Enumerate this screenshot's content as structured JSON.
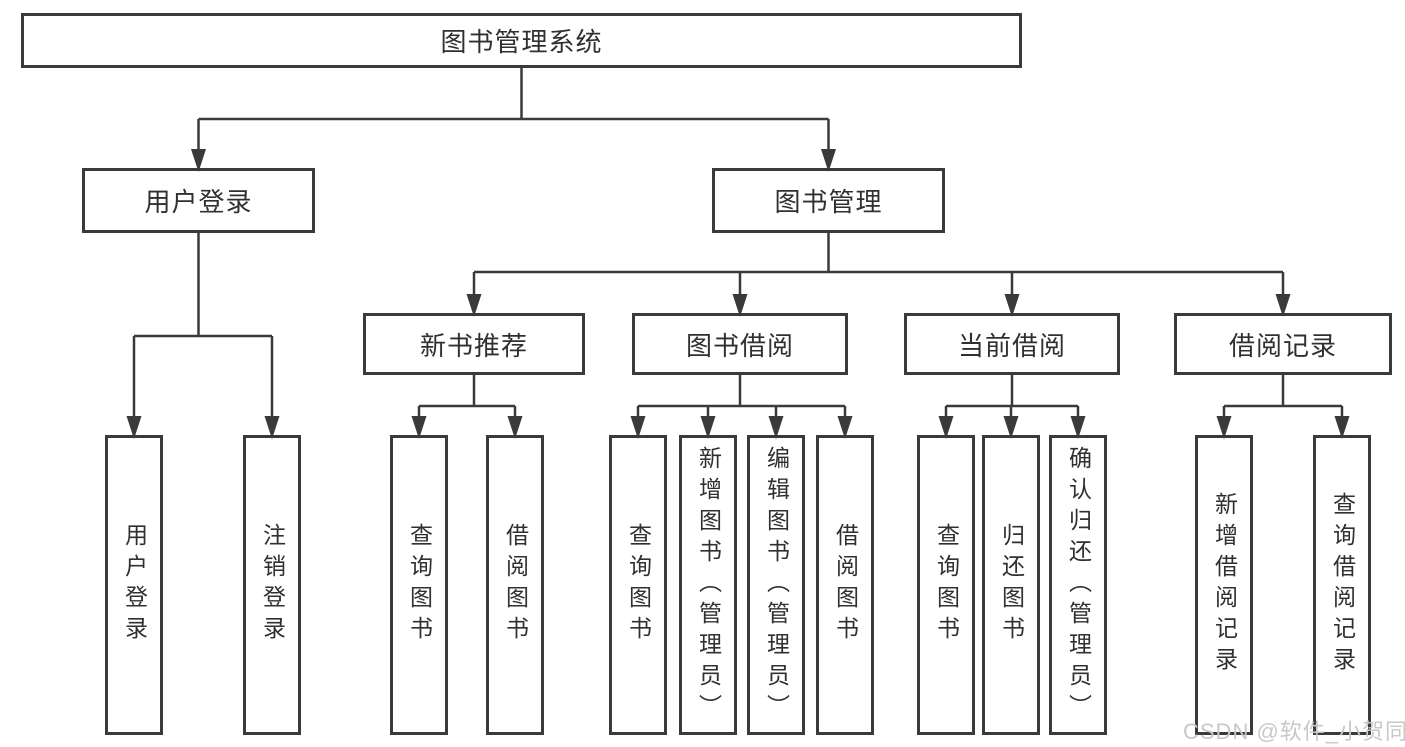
{
  "root": {
    "label": "图书管理系统"
  },
  "level1": {
    "user_login": {
      "label": "用户登录"
    },
    "book_management": {
      "label": "图书管理"
    }
  },
  "level2": {
    "new_book_recommend": {
      "label": "新书推荐"
    },
    "book_borrow": {
      "label": "图书借阅"
    },
    "current_borrow": {
      "label": "当前借阅"
    },
    "borrow_records": {
      "label": "借阅记录"
    }
  },
  "leaves": {
    "user_login": [
      "用户登录",
      "注销登录"
    ],
    "new_book_recommend": [
      "查询图书",
      "借阅图书"
    ],
    "book_borrow": [
      "查询图书",
      "新增图书（管理员）",
      "编辑图书（管理员）",
      "借阅图书"
    ],
    "current_borrow": [
      "查询图书",
      "归还图书",
      "确认归还（管理员）"
    ],
    "borrow_records": [
      "新增借阅记录",
      "查询借阅记录"
    ]
  },
  "watermark": "CSDN @软件_小贺同学",
  "colors": {
    "line": "#3a3a3a",
    "text": "#303030",
    "background": "#ffffff",
    "watermark": "#c8c8c8"
  }
}
